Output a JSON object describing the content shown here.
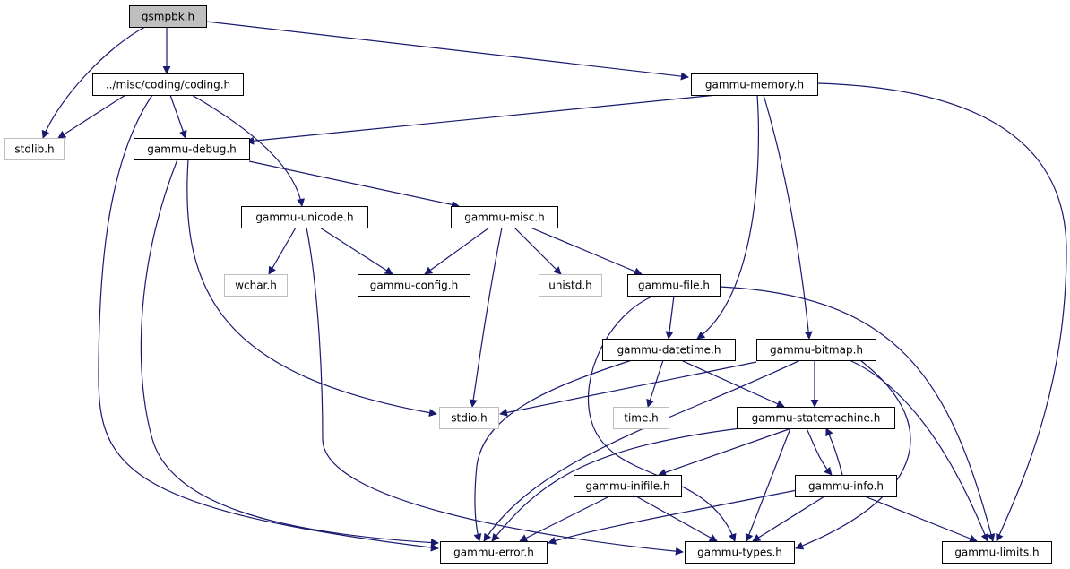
{
  "graph": {
    "colors": {
      "root_fill": "#bfbfbf",
      "node_stroke": "#000000",
      "external_stroke": "#bfbfbf",
      "external_text": "#000000",
      "edge": "#191970"
    },
    "nodes": {
      "gsmpbk": {
        "label": "gsmpbk.h",
        "kind": "root"
      },
      "coding": {
        "label": "../misc/coding/coding.h",
        "kind": "normal"
      },
      "memory": {
        "label": "gammu-memory.h",
        "kind": "normal"
      },
      "stdlib": {
        "label": "stdlib.h",
        "kind": "external"
      },
      "debug": {
        "label": "gammu-debug.h",
        "kind": "normal"
      },
      "unicode": {
        "label": "gammu-unicode.h",
        "kind": "normal"
      },
      "misc": {
        "label": "gammu-misc.h",
        "kind": "normal"
      },
      "wchar": {
        "label": "wchar.h",
        "kind": "external"
      },
      "config": {
        "label": "gammu-config.h",
        "kind": "normal"
      },
      "unistd": {
        "label": "unistd.h",
        "kind": "external"
      },
      "file": {
        "label": "gammu-file.h",
        "kind": "normal"
      },
      "datetime": {
        "label": "gammu-datetime.h",
        "kind": "normal"
      },
      "bitmap": {
        "label": "gammu-bitmap.h",
        "kind": "normal"
      },
      "stdio": {
        "label": "stdio.h",
        "kind": "external"
      },
      "time": {
        "label": "time.h",
        "kind": "external"
      },
      "statemachine": {
        "label": "gammu-statemachine.h",
        "kind": "normal"
      },
      "inifile": {
        "label": "gammu-inifile.h",
        "kind": "normal"
      },
      "info": {
        "label": "gammu-info.h",
        "kind": "normal"
      },
      "error": {
        "label": "gammu-error.h",
        "kind": "normal"
      },
      "types": {
        "label": "gammu-types.h",
        "kind": "normal"
      },
      "limits": {
        "label": "gammu-limits.h",
        "kind": "normal"
      }
    },
    "edges": [
      [
        "gsmpbk",
        "stdlib"
      ],
      [
        "gsmpbk",
        "coding"
      ],
      [
        "gsmpbk",
        "memory"
      ],
      [
        "coding",
        "stdlib"
      ],
      [
        "coding",
        "debug"
      ],
      [
        "coding",
        "unicode"
      ],
      [
        "coding",
        "error"
      ],
      [
        "memory",
        "debug"
      ],
      [
        "memory",
        "datetime"
      ],
      [
        "memory",
        "bitmap"
      ],
      [
        "memory",
        "limits"
      ],
      [
        "debug",
        "misc"
      ],
      [
        "debug",
        "stdio"
      ],
      [
        "debug",
        "error"
      ],
      [
        "unicode",
        "wchar"
      ],
      [
        "unicode",
        "config"
      ],
      [
        "unicode",
        "types"
      ],
      [
        "misc",
        "config"
      ],
      [
        "misc",
        "unistd"
      ],
      [
        "misc",
        "file"
      ],
      [
        "misc",
        "stdio"
      ],
      [
        "file",
        "datetime"
      ],
      [
        "file",
        "types"
      ],
      [
        "file",
        "limits"
      ],
      [
        "datetime",
        "time"
      ],
      [
        "datetime",
        "statemachine"
      ],
      [
        "datetime",
        "error"
      ],
      [
        "bitmap",
        "stdio"
      ],
      [
        "bitmap",
        "statemachine"
      ],
      [
        "bitmap",
        "error"
      ],
      [
        "bitmap",
        "types"
      ],
      [
        "bitmap",
        "limits"
      ],
      [
        "statemachine",
        "inifile"
      ],
      [
        "statemachine",
        "info"
      ],
      [
        "statemachine",
        "error"
      ],
      [
        "statemachine",
        "types"
      ],
      [
        "inifile",
        "error"
      ],
      [
        "inifile",
        "types"
      ],
      [
        "info",
        "statemachine"
      ],
      [
        "info",
        "error"
      ],
      [
        "info",
        "types"
      ],
      [
        "info",
        "limits"
      ]
    ]
  }
}
